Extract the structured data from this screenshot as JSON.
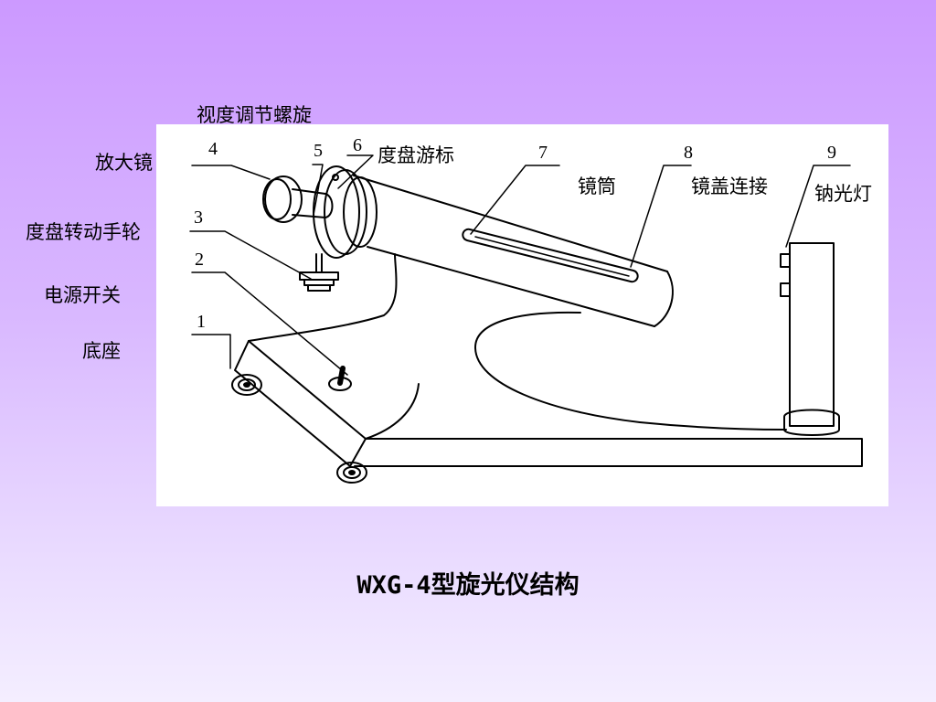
{
  "diagram": {
    "labels": {
      "view_adjust_knob": "视度调节螺旋",
      "magnifier": "放大镜",
      "dial_vernier": "度盘游标",
      "dial_hand_wheel": "度盘转动手轮",
      "power_switch": "电源开关",
      "base": "底座",
      "tube": "镜筒",
      "cap_connection": "镜盖连接",
      "sodium_lamp": "钠光灯"
    },
    "numbers": [
      "1",
      "2",
      "3",
      "4",
      "5",
      "6",
      "7",
      "8",
      "9"
    ],
    "caption": "WXG-4型旋光仪结构"
  }
}
